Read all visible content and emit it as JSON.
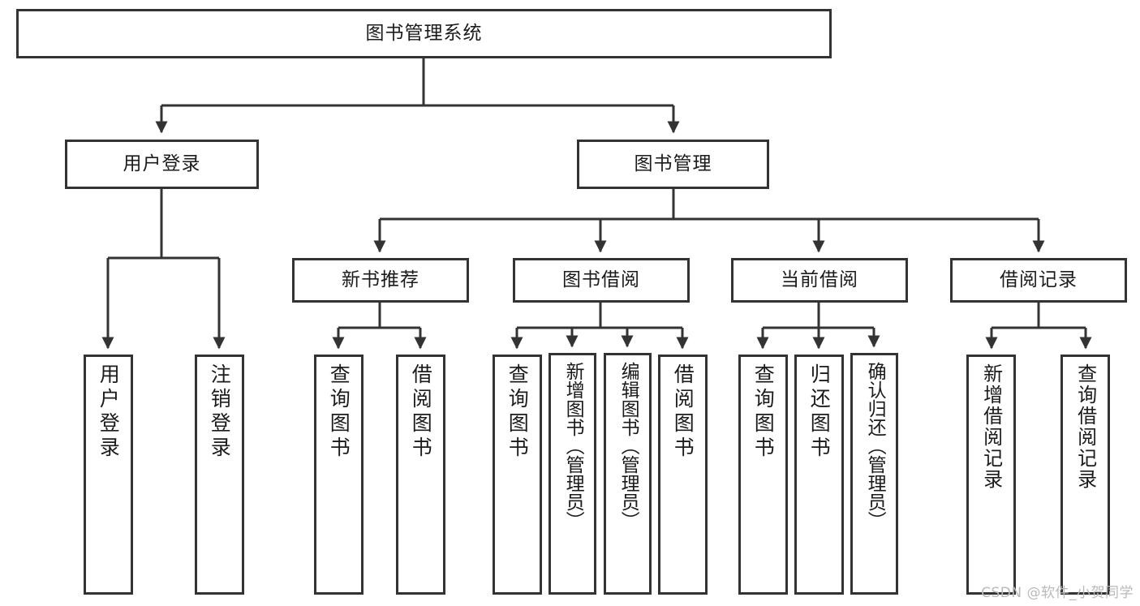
{
  "diagram": {
    "type": "tree",
    "title": "图书管理系统",
    "watermark": "CSDN @软件_小贺同学",
    "colors": {
      "box_border": "#333333",
      "box_fill": "#ffffff",
      "line": "#333333",
      "text": "#1b1b1b",
      "watermark": "#b9b9b9",
      "background": "#ffffff"
    },
    "nodes": {
      "root": "图书管理系统",
      "user_login": "用户登录",
      "book_manage": "图书管理",
      "new_book_rec": "新书推荐",
      "book_borrow": "图书借阅",
      "current_borrow": "当前借阅",
      "borrow_record": "借阅记录",
      "leaf_user_login": "用户登录",
      "leaf_logout": "注销登录",
      "leaf_query_book_1": "查询图书",
      "leaf_borrow_book_1": "借阅图书",
      "leaf_query_book_2": "查询图书",
      "leaf_add_book": "新增图书（管理员）",
      "leaf_edit_book": "编辑图书（管理员）",
      "leaf_borrow_book_2": "借阅图书",
      "leaf_query_book_3": "查询图书",
      "leaf_return_book": "归还图书",
      "leaf_confirm_return": "确认归还（管理员）",
      "leaf_add_record": "新增借阅记录",
      "leaf_query_record": "查询借阅记录"
    },
    "edges": [
      {
        "from": "root",
        "to": "user_login"
      },
      {
        "from": "root",
        "to": "book_manage"
      },
      {
        "from": "user_login",
        "to": "leaf_user_login"
      },
      {
        "from": "user_login",
        "to": "leaf_logout"
      },
      {
        "from": "book_manage",
        "to": "new_book_rec"
      },
      {
        "from": "book_manage",
        "to": "book_borrow"
      },
      {
        "from": "book_manage",
        "to": "current_borrow"
      },
      {
        "from": "book_manage",
        "to": "borrow_record"
      },
      {
        "from": "new_book_rec",
        "to": "leaf_query_book_1"
      },
      {
        "from": "new_book_rec",
        "to": "leaf_borrow_book_1"
      },
      {
        "from": "book_borrow",
        "to": "leaf_query_book_2"
      },
      {
        "from": "book_borrow",
        "to": "leaf_add_book"
      },
      {
        "from": "book_borrow",
        "to": "leaf_edit_book"
      },
      {
        "from": "book_borrow",
        "to": "leaf_borrow_book_2"
      },
      {
        "from": "current_borrow",
        "to": "leaf_query_book_3"
      },
      {
        "from": "current_borrow",
        "to": "leaf_return_book"
      },
      {
        "from": "current_borrow",
        "to": "leaf_confirm_return"
      },
      {
        "from": "borrow_record",
        "to": "leaf_add_record"
      },
      {
        "from": "borrow_record",
        "to": "leaf_query_record"
      }
    ]
  }
}
